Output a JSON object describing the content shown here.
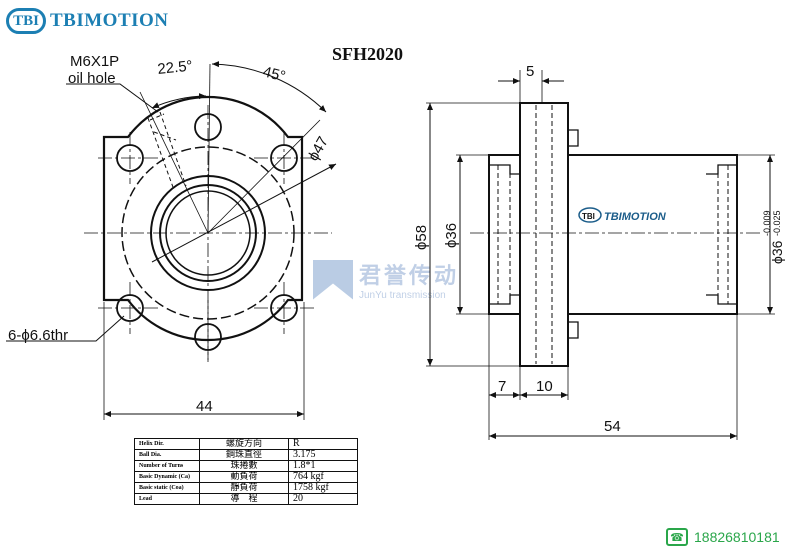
{
  "brand": {
    "badge": "TBI",
    "name": "TBIMOTION"
  },
  "title": "SFH2020",
  "front_view": {
    "oil_hole_label": "M6X1P",
    "oil_hole_label2": "oil hole",
    "angle_small": "22.5°",
    "angle_large": "45°",
    "pcd": "ϕ47",
    "holes": "6-ϕ6.6thr",
    "width": "44"
  },
  "side_view": {
    "flange_thick": "5",
    "outer_dia": "ϕ58",
    "body_dia": "ϕ36",
    "fit_dia": "ϕ36",
    "fit_tol_upper": "-0.009",
    "fit_tol_lower": "-0.025",
    "seg1": "7",
    "seg2": "10",
    "length": "54",
    "nut_logo": "TBIMOTION"
  },
  "watermark": {
    "cn": "君誉传动",
    "en": "JunYu transmission"
  },
  "spec_table": [
    {
      "en": "Helix Dir.",
      "cn": "螺旋方向",
      "val": "R"
    },
    {
      "en": "Ball Dia.",
      "cn": "鋼珠直徑",
      "val": "3.175"
    },
    {
      "en": "Number of Turns",
      "cn": "珠捲數",
      "val": "1.8*1"
    },
    {
      "en": "Basic Dynamic (Ca)",
      "cn": "動負荷",
      "val": "764   kgf"
    },
    {
      "en": "Basic static (Coa)",
      "cn": "靜負荷",
      "val": "1758 kgf"
    },
    {
      "en": "Lead",
      "cn": "導　程",
      "val": "20"
    }
  ],
  "phone": "18826810181"
}
